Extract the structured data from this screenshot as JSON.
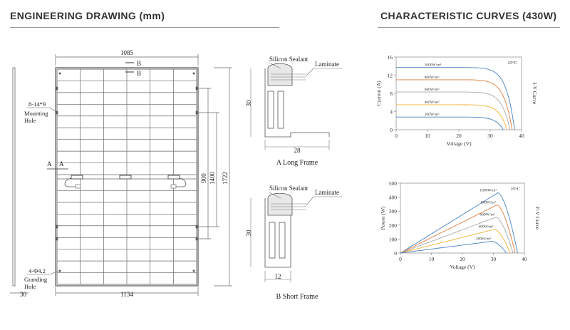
{
  "headers": {
    "left": "ENGINEERING DRAWING (mm)",
    "right": "CHARACTERISTIC CURVES (430W)"
  },
  "panel": {
    "width_top": "1085",
    "width_bottom": "1134",
    "height": "1722",
    "dim_1400": "1400",
    "dim_900": "900",
    "dim_30": "30",
    "mounting_spec": "8-14*9",
    "mounting_l1": "Mounting",
    "mounting_l2": "Hole",
    "ground_spec": "4-Φ4.2",
    "ground_l1": "Granding",
    "ground_l2": "Hole",
    "section_a": "A",
    "section_b": "B"
  },
  "long_frame": {
    "sealant": "Silicon Sealant",
    "laminate": "Laminate",
    "height": "30",
    "width": "28",
    "caption": "A Long Frame"
  },
  "short_frame": {
    "sealant": "Silicon Sealant",
    "laminate": "Laminate",
    "height": "30",
    "width": "12",
    "caption": "B Short Frame"
  },
  "colors": {
    "c1000": "#4a7fc1",
    "c800": "#e07b39",
    "c600": "#a8a8a8",
    "c400": "#f2b134",
    "c200": "#4a7fc1"
  },
  "chart_data": [
    {
      "type": "line",
      "title": "I-V Curve",
      "xlabel": "Voltage (V)",
      "ylabel": "Current (A)",
      "xlim": [
        0,
        40
      ],
      "ylim": [
        0,
        16
      ],
      "xticks": [
        "0",
        "10",
        "20",
        "30",
        "40"
      ],
      "yticks": [
        "0",
        "4",
        "8",
        "12",
        "16"
      ],
      "annotation": "25°C",
      "series": [
        {
          "name": "1000W/m²",
          "isc": 13.7,
          "voc": 37.8
        },
        {
          "name": "800W/m²",
          "isc": 11.0,
          "voc": 37.0
        },
        {
          "name": "600W/m²",
          "isc": 8.3,
          "voc": 36.3
        },
        {
          "name": "400W/m²",
          "isc": 5.5,
          "voc": 35.4
        },
        {
          "name": "200W/m²",
          "isc": 2.8,
          "voc": 34.2
        }
      ]
    },
    {
      "type": "line",
      "title": "P-V Curve",
      "xlabel": "Voltage (V)",
      "ylabel": "Power (W)",
      "xlim": [
        0,
        40
      ],
      "ylim": [
        0,
        500
      ],
      "xticks": [
        "0",
        "10",
        "20",
        "30",
        "40"
      ],
      "yticks": [
        "0",
        "100",
        "200",
        "300",
        "400",
        "500"
      ],
      "annotation": "25°C",
      "series": [
        {
          "name": "1000W/m²",
          "vmp": 31.5,
          "pmax": 432,
          "voc": 37.8
        },
        {
          "name": "800W/m²",
          "vmp": 31.2,
          "pmax": 345,
          "voc": 37.0
        },
        {
          "name": "600W/m²",
          "vmp": 30.9,
          "pmax": 257,
          "voc": 36.3
        },
        {
          "name": "400W/m²",
          "vmp": 30.4,
          "pmax": 170,
          "voc": 35.4
        },
        {
          "name": "200W/m²",
          "vmp": 29.6,
          "pmax": 84,
          "voc": 34.2
        }
      ]
    }
  ]
}
